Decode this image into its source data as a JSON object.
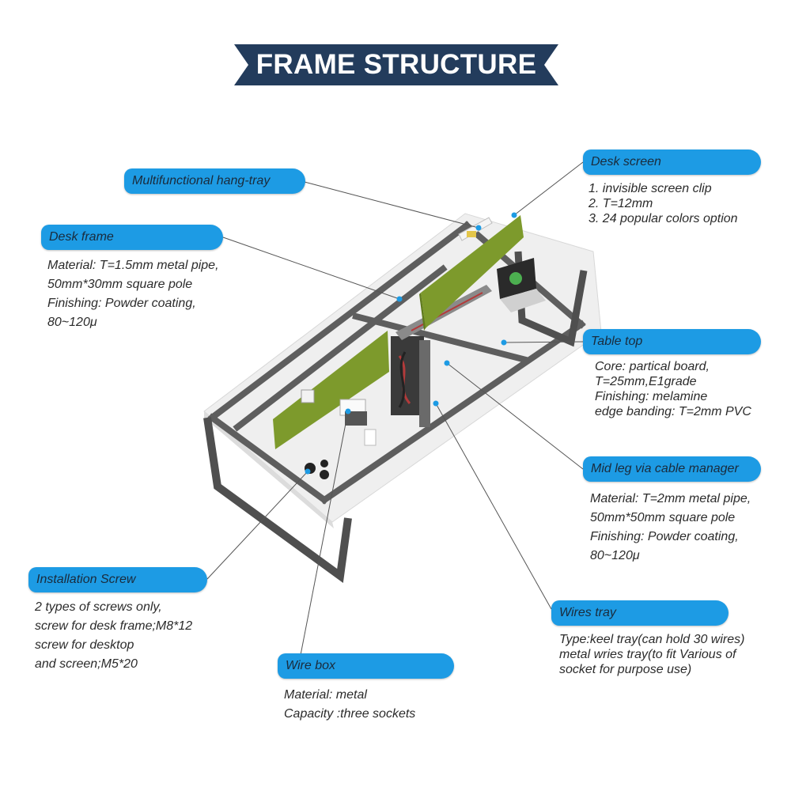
{
  "banner": {
    "title": "FRAME STRUCTURE"
  },
  "colors": {
    "banner": "#233c5c",
    "pill": "#1d9be4",
    "leader": "#555555",
    "dot": "#1d9be4",
    "screen": "#7d9a2c",
    "frame": "#5a5a5a",
    "top": "#efefef"
  },
  "callouts": {
    "hang_tray": {
      "label": "Multifunctional hang-tray"
    },
    "desk_frame": {
      "label": "Desk frame",
      "lines": [
        "Material: T=1.5mm metal pipe,",
        "50mm*30mm square pole",
        "Finishing: Powder coating,",
        "80~120μ"
      ]
    },
    "desk_screen": {
      "label": "Desk screen",
      "lines": [
        "1. invisible screen clip",
        "2. T=12mm",
        "3. 24 popular colors option"
      ]
    },
    "table_top": {
      "label": "Table top",
      "lines": [
        "Core: partical board,",
        "T=25mm,E1grade",
        "Finishing: melamine",
        "edge banding: T=2mm PVC"
      ]
    },
    "mid_leg": {
      "label": "Mid leg via cable manager",
      "lines": [
        "Material: T=2mm metal pipe,",
        "50mm*50mm square pole",
        "Finishing: Powder coating,",
        "80~120μ"
      ]
    },
    "install_screw": {
      "label": "Installation Screw",
      "lines": [
        "2 types of screws only,",
        "screw for desk frame;M8*12",
        "screw for desktop",
        "and screen;M5*20"
      ]
    },
    "wire_box": {
      "label": "Wire box",
      "lines": [
        "Material: metal",
        "Capacity :three sockets"
      ]
    },
    "wires_tray": {
      "label": "Wires tray",
      "lines": [
        "Type:keel tray(can hold 30 wires)",
        "metal wries tray(to fit Various of",
        "socket for purpose use)"
      ]
    }
  }
}
